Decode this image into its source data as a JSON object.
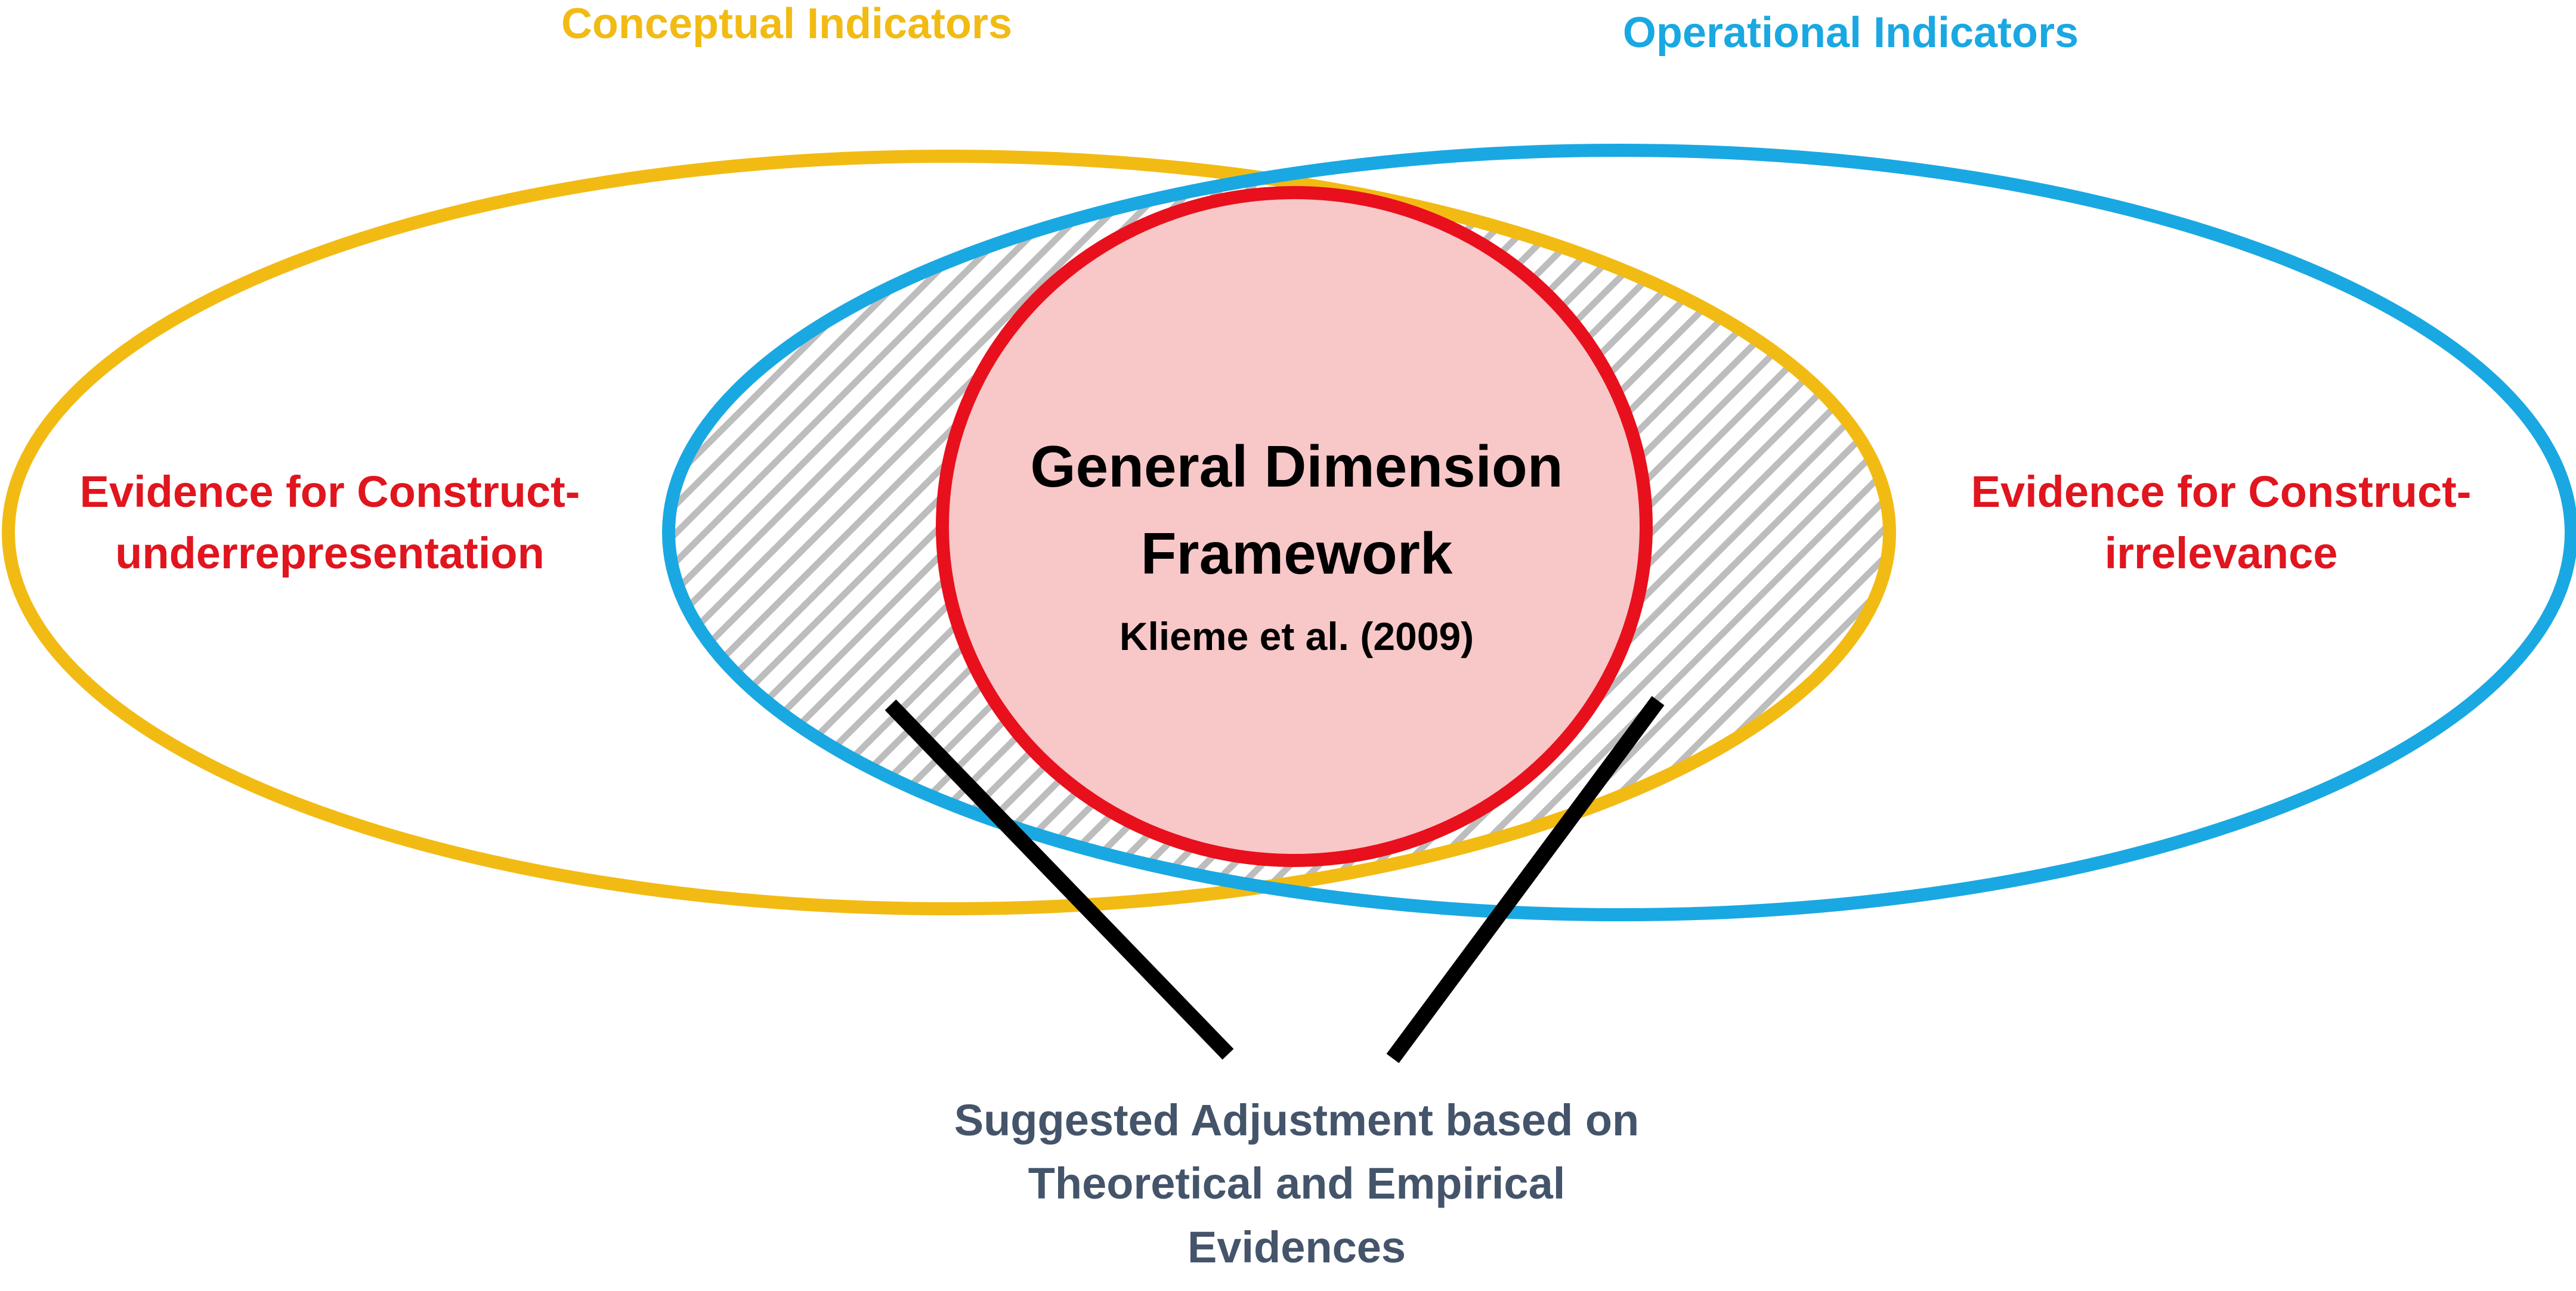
{
  "colors": {
    "conceptual": "#F2BB14",
    "operational": "#1AA8E2",
    "framework_stroke": "#E8101C",
    "framework_fill": "#F8C7C8",
    "evidence_text": "#E0151E",
    "bottom_text": "#44546A",
    "hatch": "#BDBDBD",
    "pointer": "#000000"
  },
  "conceptual": {
    "title": "Conceptual Indicators",
    "evidence_line1": "Evidence for Construct-",
    "evidence_line2": "underrepresentation"
  },
  "operational": {
    "title": "Operational Indicators",
    "evidence_line1": "Evidence for Construct-",
    "evidence_line2": "irrelevance"
  },
  "framework": {
    "line1": "General Dimension",
    "line2": "Framework",
    "citation": "Klieme et al. (2009)"
  },
  "adjustment": {
    "line1": "Suggested Adjustment based on",
    "line2": "Theoretical and Empirical",
    "line3": "Evidences"
  }
}
